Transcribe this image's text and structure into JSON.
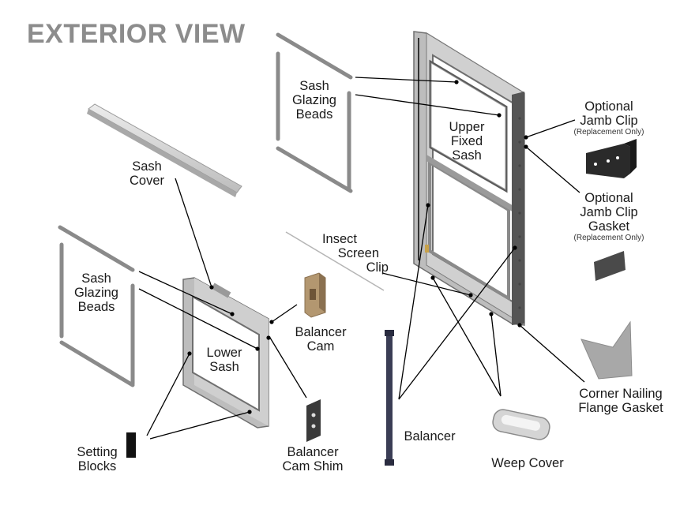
{
  "title": "EXTERIOR VIEW",
  "labels": {
    "sash_glazing_beads_upper": [
      "Sash",
      "Glazing",
      "Beads"
    ],
    "upper_fixed_sash": [
      "Upper",
      "Fixed",
      "Sash"
    ],
    "optional_jamb_clip": [
      "Optional",
      "Jamb Clip"
    ],
    "optional_jamb_clip_note": "(Replacement Only)",
    "optional_jamb_clip_gasket": [
      "Optional",
      "Jamb Clip",
      "Gasket"
    ],
    "optional_jamb_clip_gasket_note": "(Replacement Only)",
    "sash_cover": [
      "Sash",
      "Cover"
    ],
    "insect_screen_clip": [
      "Insect",
      "Screen",
      "Clip"
    ],
    "sash_glazing_beads_lower": [
      "Sash",
      "Glazing",
      "Beads"
    ],
    "balancer_cam": [
      "Balancer",
      "Cam"
    ],
    "lower_sash": [
      "Lower",
      "Sash"
    ],
    "corner_nailing_flange_gasket": [
      "Corner Nailing",
      "Flange Gasket"
    ],
    "setting_blocks": [
      "Setting",
      "Blocks"
    ],
    "balancer_cam_shim": [
      "Balancer",
      "Cam Shim"
    ],
    "balancer": [
      "Balancer"
    ],
    "weep_cover": [
      "Weep Cover"
    ]
  }
}
